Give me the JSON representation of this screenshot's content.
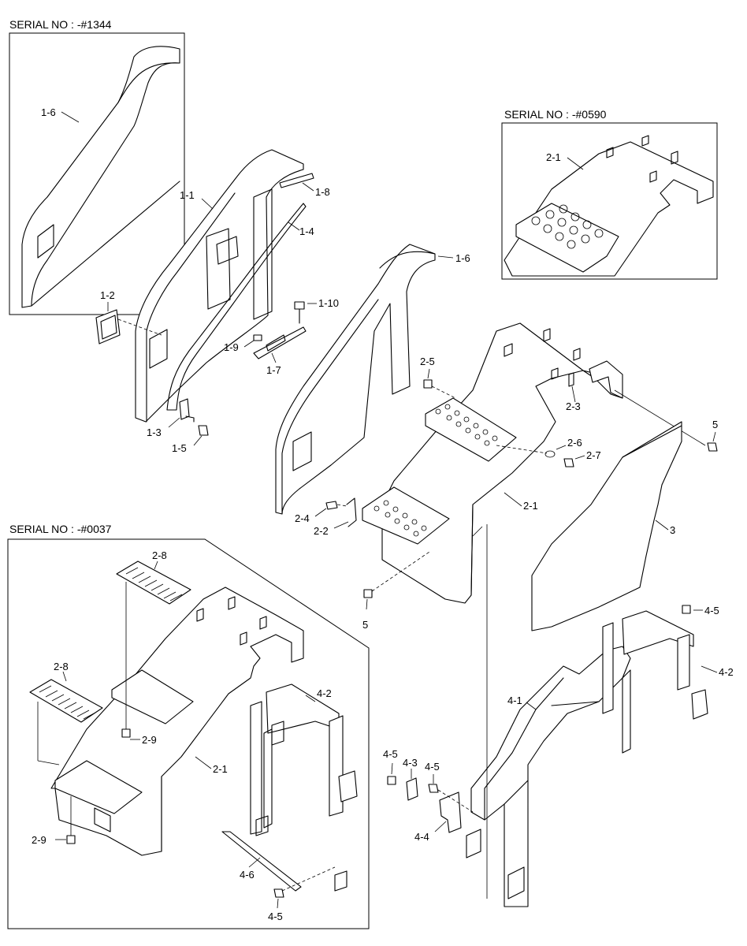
{
  "serial_boxes": {
    "top_left": "SERIAL NO : -#1344",
    "top_right": "SERIAL NO : -#0590",
    "bottom_left": "SERIAL NO : -#0037"
  },
  "labels": {
    "p1_6_inset": "1-6",
    "p1_1": "1-1",
    "p1_8": "1-8",
    "p1_4": "1-4",
    "p1_2": "1-2",
    "p1_10": "1-10",
    "p1_9": "1-9",
    "p1_7": "1-7",
    "p1_3": "1-3",
    "p1_5": "1-5",
    "p1_6_main": "1-6",
    "p2_1_inset_top": "2-1",
    "p2_5": "2-5",
    "p2_3": "2-3",
    "p5_right": "5",
    "p2_6": "2-6",
    "p2_7": "2-7",
    "p2_1_main": "2-1",
    "p2_4": "2-4",
    "p2_2": "2-2",
    "p3": "3",
    "p5_bottom": "5",
    "p4_5_right": "4-5",
    "p4_2_right": "4-2",
    "p4_1": "4-1",
    "p4_5_a": "4-5",
    "p4_3": "4-3",
    "p4_5_b": "4-5",
    "p4_4": "4-4",
    "p2_8_a": "2-8",
    "p2_8_b": "2-8",
    "p2_9_a": "2-9",
    "p2_9_b": "2-9",
    "p2_1_inset_bottom": "2-1",
    "p4_2_inset": "4-2",
    "p4_6": "4-6",
    "p4_5_inset": "4-5"
  }
}
